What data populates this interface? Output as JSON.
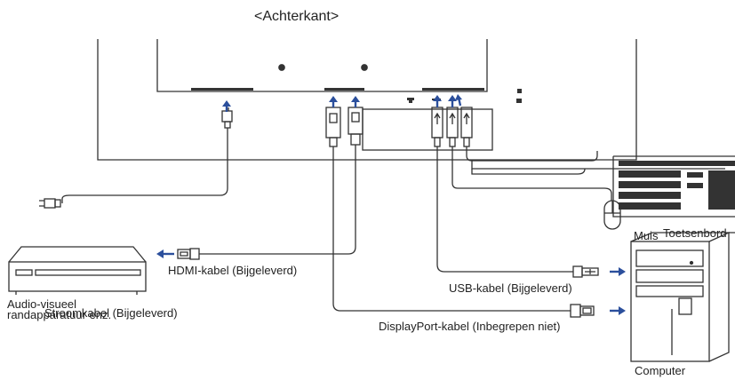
{
  "title": "<Achterkant>",
  "labels": {
    "power_cable": "Stroomkabel (Bijgeleverd)",
    "hdmi_cable": "HDMI-kabel (Bijgeleverd)",
    "usb_cable": "USB-kabel (Bijgeleverd)",
    "dp_cable": "DisplayPort-kabel (Inbegrepen niet)",
    "av_line1": "Audio-visueel",
    "av_line2": "randapparatuur enz.",
    "mouse": "Muis",
    "keyboard": "Toetsenbord",
    "computer": "Computer"
  },
  "colors": {
    "line": "#333333",
    "arrow": "#2b4f9c"
  }
}
